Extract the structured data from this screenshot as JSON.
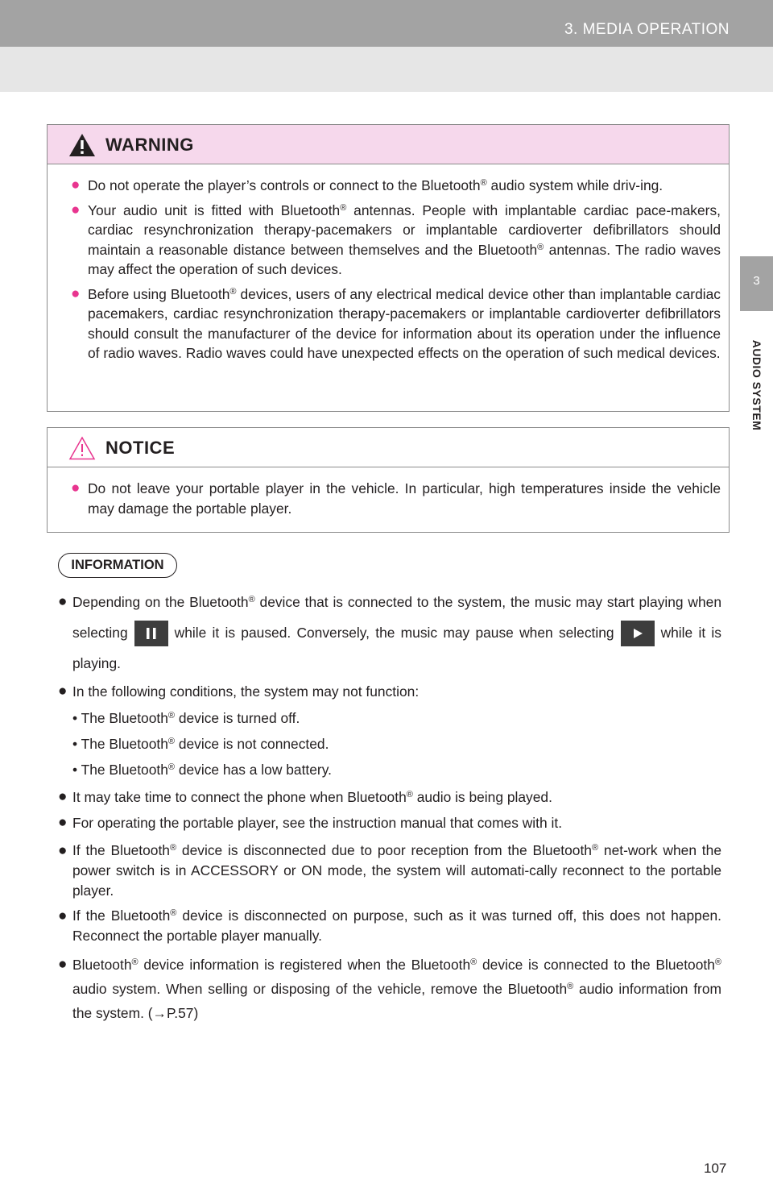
{
  "header": {
    "section_title": "3. MEDIA OPERATION"
  },
  "side_tab": {
    "number": "3",
    "label": "AUDIO SYSTEM"
  },
  "warning": {
    "title": "WARNING",
    "items": [
      {
        "pre": "Do not operate the player’s controls or connect to the Bluetooth",
        "sup": "®",
        "post": " audio system while driv-ing."
      },
      {
        "pre": "Your audio unit is fitted with Bluetooth",
        "sup": "®",
        "mid": " antennas. People with implantable cardiac pace-makers, cardiac resynchronization therapy-pacemakers or implantable cardioverter defibrillators should maintain a reasonable distance between themselves and the Bluetooth",
        "sup2": "®",
        "post": " antennas. The radio waves may affect the operation of such devices."
      },
      {
        "pre": "Before using Bluetooth",
        "sup": "®",
        "post": " devices, users of any electrical medical device other than implantable cardiac pacemakers, cardiac resynchronization therapy-pacemakers or implantable cardioverter defibrillators should consult the manufacturer of the device for information about its operation under the influence of radio waves. Radio waves could have unexpected effects on the operation of such medical devices."
      }
    ]
  },
  "notice": {
    "title": "NOTICE",
    "items": [
      {
        "text": "Do not leave your portable player in the vehicle. In particular, high temperatures inside the vehicle may damage the portable player."
      }
    ]
  },
  "information": {
    "label": "INFORMATION",
    "i1": {
      "a": "Depending on the Bluetooth",
      "sup": "®",
      "b": " device that is connected to the system, the music may start playing when selecting",
      "c": "while it is paused. Conversely, the music may pause when selecting",
      "d": "while it is playing."
    },
    "i2": {
      "text": "In the following conditions, the system may not function:",
      "subs": [
        {
          "a": "• The Bluetooth",
          "sup": "®",
          "b": " device is turned off."
        },
        {
          "a": "• The Bluetooth",
          "sup": "®",
          "b": " device is not connected."
        },
        {
          "a": "• The Bluetooth",
          "sup": "®",
          "b": " device has a low battery."
        }
      ]
    },
    "i3": {
      "a": "It may take time to connect the phone when Bluetooth",
      "sup": "®",
      "b": " audio is being played."
    },
    "i4": {
      "text": "For operating the portable player, see the instruction manual that comes with it."
    },
    "i5": {
      "a": "If the Bluetooth",
      "sup": "®",
      "b": " device is disconnected due to poor reception from the Bluetooth",
      "sup2": "®",
      "c": " net-work when the power switch is in ACCESSORY or ON mode, the system will automati-cally reconnect to the portable player."
    },
    "i6": {
      "a": "If the Bluetooth",
      "sup": "®",
      "b": " device is disconnected on purpose, such as it was turned off, this does not happen. Reconnect the portable player manually."
    },
    "i7": {
      "a": "Bluetooth",
      "sup": "®",
      "b": " device information is registered when the Bluetooth",
      "sup2": "®",
      "c": " device is connected to the Bluetooth",
      "sup3": "®",
      "d": " audio system. When selling or disposing of the vehicle, remove the Bluetooth",
      "sup4": "®",
      "e": " audio information from the system. (",
      "arrow": "→",
      "f": "P.57)"
    }
  },
  "page_number": "107",
  "colors": {
    "accent_pink": "#e8358f",
    "warning_header_bg": "#f6d8ec",
    "header_gray": "#a3a3a3",
    "header_light": "#e6e6e6"
  }
}
